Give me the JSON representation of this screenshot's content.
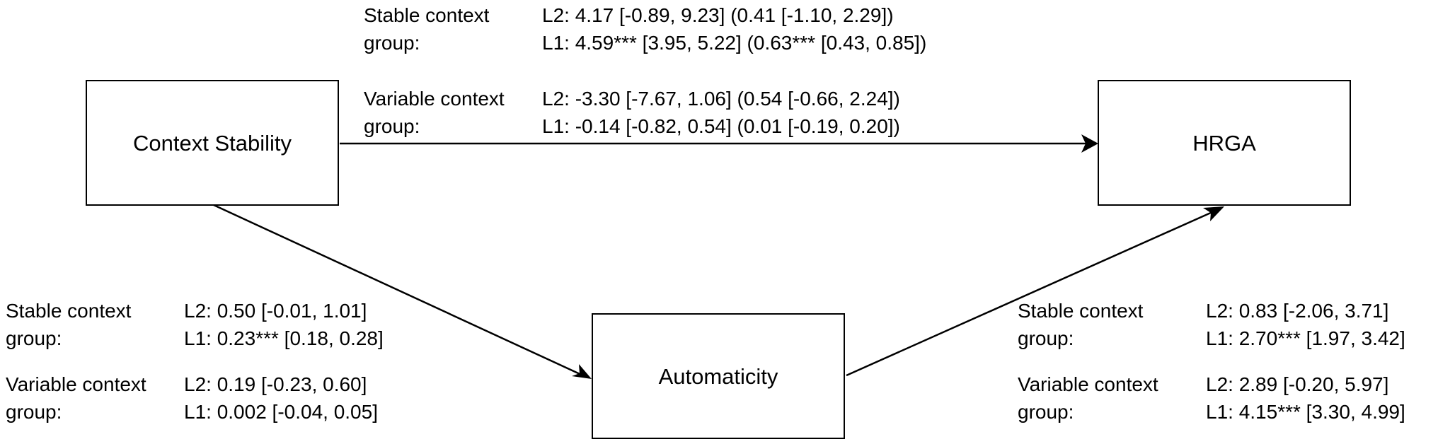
{
  "nodes": {
    "context_stability": "Context Stability",
    "hrga": "HRGA",
    "automaticity": "Automaticity"
  },
  "paths": {
    "direct": {
      "stable": {
        "label_line1": "Stable context",
        "label_line2": "group:",
        "l2": "L2: 4.17 [-0.89, 9.23] (0.41 [-1.10, 2.29])",
        "l1": "L1: 4.59*** [3.95, 5.22] (0.63*** [0.43, 0.85])"
      },
      "variable": {
        "label_line1": "Variable context",
        "label_line2": "group:",
        "l2": "L2: -3.30 [-7.67, 1.06] (0.54 [-0.66, 2.24])",
        "l1": "L1: -0.14 [-0.82, 0.54] (0.01 [-0.19, 0.20])"
      }
    },
    "a_path": {
      "stable": {
        "label_line1": "Stable context",
        "label_line2": "group:",
        "l2": "L2: 0.50 [-0.01, 1.01]",
        "l1": "L1: 0.23*** [0.18, 0.28]"
      },
      "variable": {
        "label_line1": "Variable context",
        "label_line2": "group:",
        "l2": "L2: 0.19 [-0.23, 0.60]",
        "l1": "L1: 0.002 [-0.04, 0.05]"
      }
    },
    "b_path": {
      "stable": {
        "label_line1": "Stable context",
        "label_line2": "group:",
        "l2": "L2: 0.83 [-2.06, 3.71]",
        "l1": "L1: 2.70*** [1.97, 3.42]"
      },
      "variable": {
        "label_line1": "Variable context",
        "label_line2": "group:",
        "l2": "L2: 2.89 [-0.20, 5.97]",
        "l1": "L1: 4.15*** [3.30, 4.99]"
      }
    }
  },
  "colors": {
    "stroke": "#000000",
    "background": "#ffffff"
  }
}
